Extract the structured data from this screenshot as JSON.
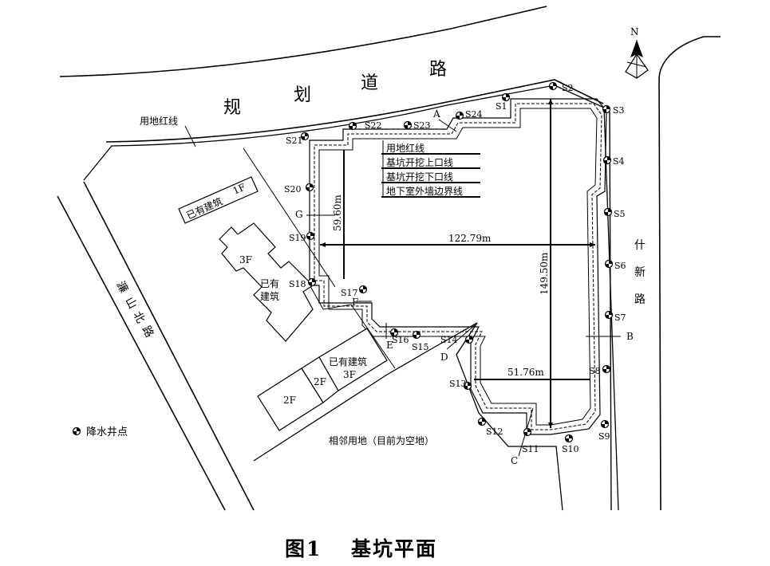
{
  "figure": {
    "caption_num": "图1",
    "caption_text": "基坑平面"
  },
  "roads": {
    "top": [
      "规",
      "划",
      "道",
      "路"
    ],
    "right": [
      "什",
      "新",
      "路"
    ],
    "left": [
      "濂",
      "山",
      "北",
      "路"
    ]
  },
  "labels": {
    "red_line_pointer": "用地红线",
    "neighbor_land": "相邻用地（目前为空地）",
    "well_legend": "降水井点",
    "north": "N"
  },
  "buildings": {
    "b1_name": "已有建筑",
    "b1_floor": "1F",
    "b2_floor": "3F",
    "b2_name_line1": "已有",
    "b2_name_line2": "建筑",
    "b3_name": "已有建筑",
    "b3_floor": "3F",
    "b4_floor": "2F",
    "b5_floor": "2F"
  },
  "legend_box": [
    "用地红线",
    "基坑开挖上口线",
    "基坑开挖下口线",
    "地下室外墙边界线"
  ],
  "dimensions": {
    "width": "122.79m",
    "height": "149.50m",
    "left_depth": "59.60m",
    "bottom_width": "51.76m"
  },
  "sections": {
    "A": "A",
    "B": "B",
    "C": "C",
    "D": "D",
    "E": "E",
    "F": "F",
    "G": "G"
  },
  "wells": [
    "S1",
    "S2",
    "S3",
    "S4",
    "S5",
    "S6",
    "S7",
    "S8",
    "S9",
    "S10",
    "S11",
    "S12",
    "S13",
    "S14",
    "S15",
    "S16",
    "S17",
    "S18",
    "S19",
    "S20",
    "S21",
    "S22",
    "S23",
    "S24"
  ]
}
